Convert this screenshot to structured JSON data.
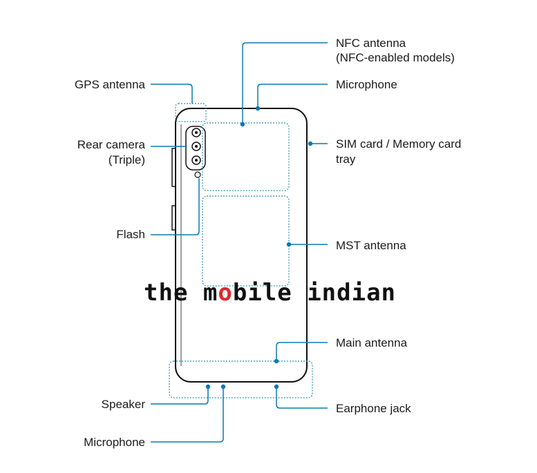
{
  "labels": {
    "nfc_line1": "NFC antenna",
    "nfc_line2": "(NFC-enabled models)",
    "mic_top": "Microphone",
    "gps": "GPS antenna",
    "rear_camera_line1": "Rear camera",
    "rear_camera_line2": "(Triple)",
    "sim_line1": "SIM card / Memory card",
    "sim_line2": "tray",
    "flash": "Flash",
    "mst": "MST antenna",
    "main_antenna": "Main antenna",
    "speaker": "Speaker",
    "earphone_jack": "Earphone jack",
    "mic_bottom": "Microphone"
  },
  "watermark": {
    "part1": "the m",
    "part2": "o",
    "part3": "bile indian"
  },
  "colors": {
    "leader": "#0a78b4",
    "outline": "#111111",
    "dotted": "#2a8fb0",
    "brand_red": "#e2262c"
  }
}
